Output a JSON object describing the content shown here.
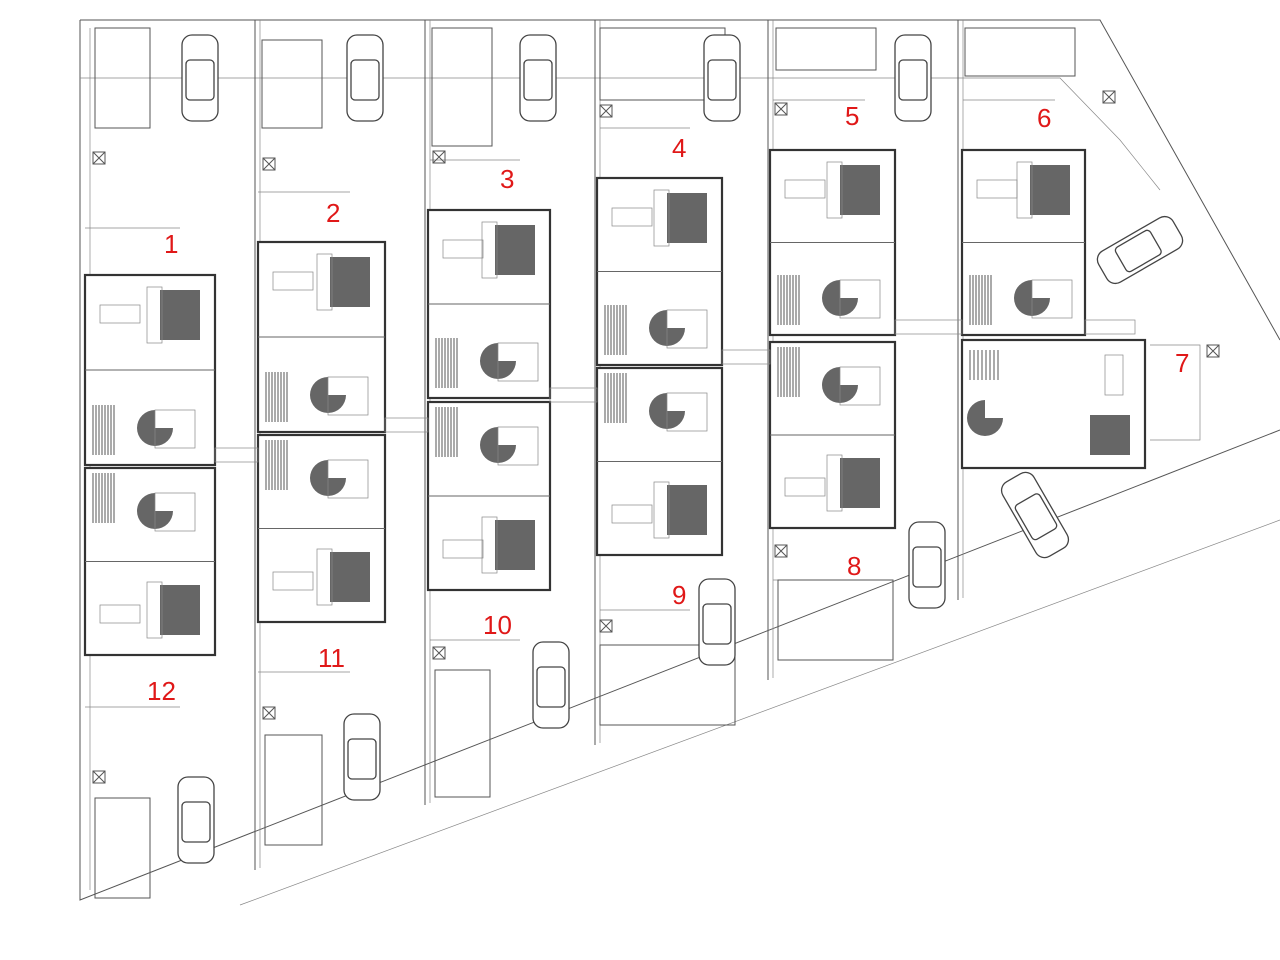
{
  "house_numbers": [
    "1",
    "2",
    "3",
    "4",
    "5",
    "6",
    "7",
    "8",
    "9",
    "10",
    "11",
    "12"
  ],
  "colors": {
    "label": "#e01818",
    "lines": "#555555",
    "fixtures": "#666666"
  }
}
